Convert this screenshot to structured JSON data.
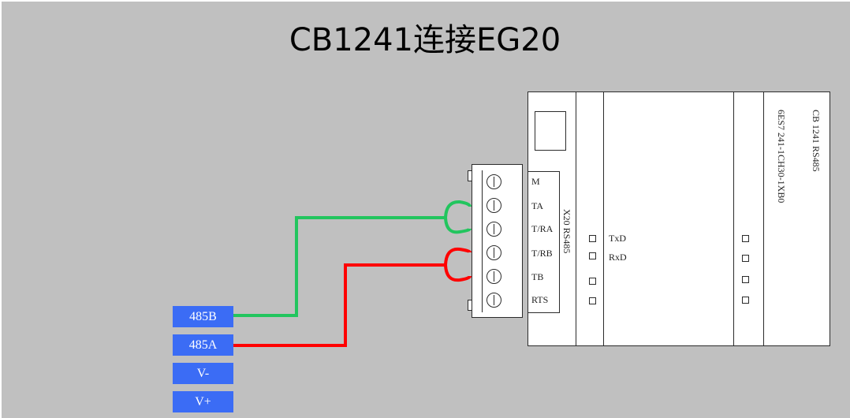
{
  "title": "CB1241连接EG20",
  "module": {
    "name": "CB 1241 RS485",
    "order_number": "6ES7 241-1CH30-1XB0",
    "connector": "X20  RS485",
    "leds": [
      "TxD",
      "RxD"
    ]
  },
  "pins": [
    "M",
    "TA",
    "T/RA",
    "T/RB",
    "TB",
    "RTS"
  ],
  "terminals": [
    "485B",
    "485A",
    "V-",
    "V+"
  ],
  "colors": {
    "background": "#c0c0c0",
    "wire_485B": "#22c55e",
    "wire_485A": "#ff0000",
    "terminal": "#3b6cf5"
  }
}
